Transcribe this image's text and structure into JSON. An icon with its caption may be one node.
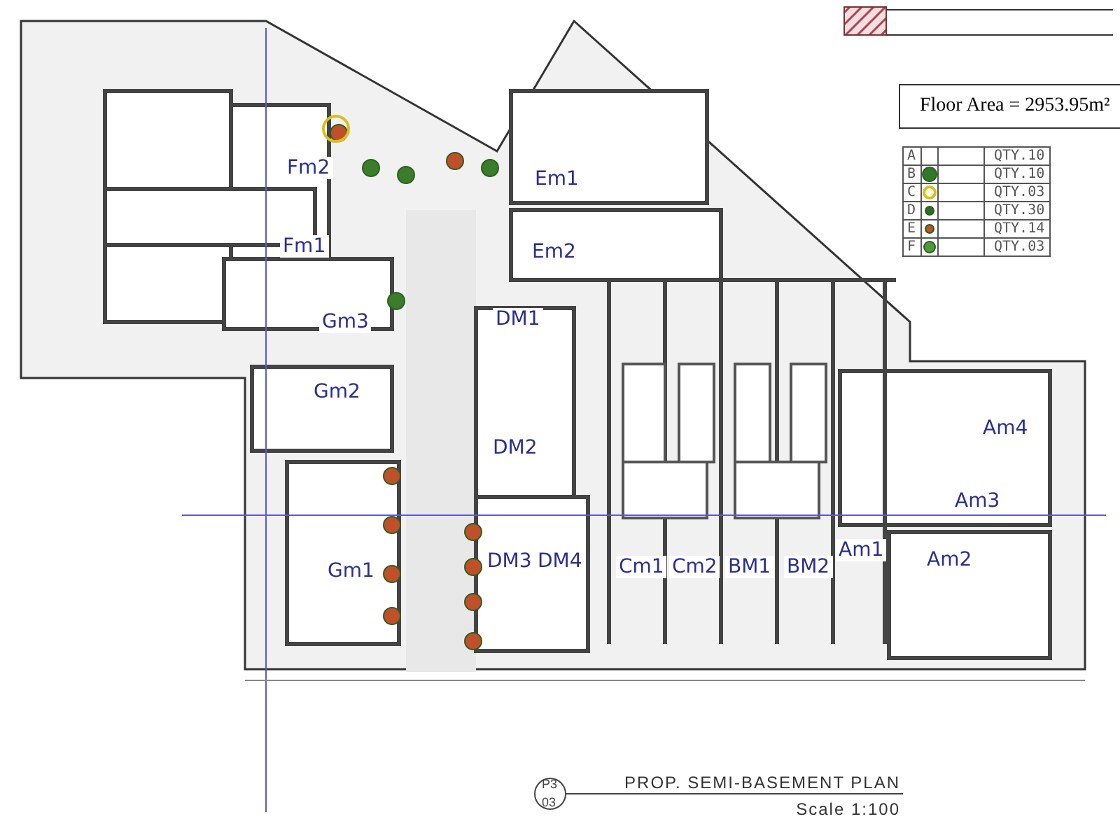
{
  "diagram": {
    "title": "PROP. SEMI-BASEMENT PLAN",
    "caption": "Scale 1:100",
    "labels": [
      "Floor Area = 2953.95m²",
      "A",
      "QTY.10",
      "B",
      "QTY.10",
      "C",
      "QTY.03",
      "D",
      "QTY.30",
      "E",
      "QTY.14",
      "F",
      "QTY.03",
      "Fm2",
      "Em1",
      "Fm1",
      "Em2",
      "Gm3",
      "DM1",
      "Gm2",
      "DM2",
      "Am4",
      "Am3",
      "Gm1",
      "DM3",
      "DM4",
      "Cm1",
      "Cm2",
      "BM1",
      "BM2",
      "Am1",
      "Am2",
      "P3",
      "03"
    ]
  }
}
